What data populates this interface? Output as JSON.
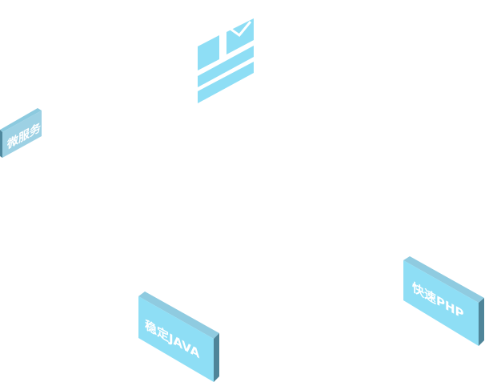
{
  "labels": {
    "microservice": "微服务",
    "java": "稳定JAVA",
    "php": "快速PHP"
  },
  "icons": {
    "document": "document-check-icon"
  },
  "colors": {
    "front": "#8edef5",
    "top": "#8fcbe0",
    "side": "#4f8599",
    "micro_front": "#9dd1e4",
    "micro_top": "#8ccadf",
    "micro_side": "#4f889e",
    "icon": "#8edef5"
  }
}
